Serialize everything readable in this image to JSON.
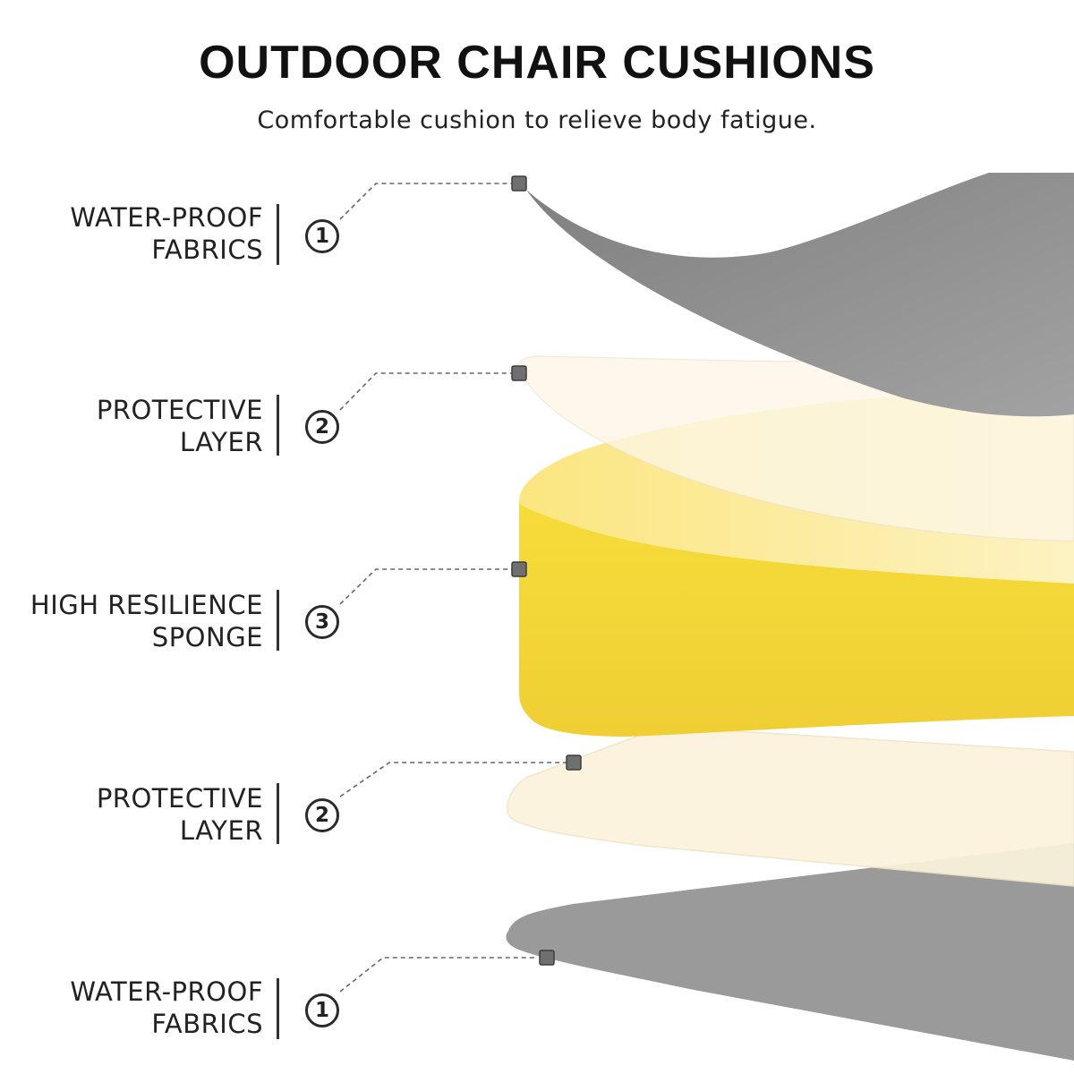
{
  "header": {
    "title": "OUTDOOR CHAIR CUSHIONS",
    "subtitle": "Comfortable cushion to relieve body fatigue."
  },
  "layers": [
    {
      "number": "1",
      "line1": "WATER-PROOF",
      "line2": "FABRICS"
    },
    {
      "number": "2",
      "line1": "PROTECTIVE",
      "line2": "LAYER"
    },
    {
      "number": "3",
      "line1": "HIGH RESILIENCE",
      "line2": "SPONGE"
    },
    {
      "number": "2",
      "line1": "PROTECTIVE",
      "line2": "LAYER"
    },
    {
      "number": "1",
      "line1": "WATER-PROOF",
      "line2": "FABRICS"
    }
  ],
  "colors": {
    "fabric": "#9a9a9a",
    "protective": "#fbf3dc",
    "sponge": "#f4d43a",
    "text": "#222222"
  }
}
